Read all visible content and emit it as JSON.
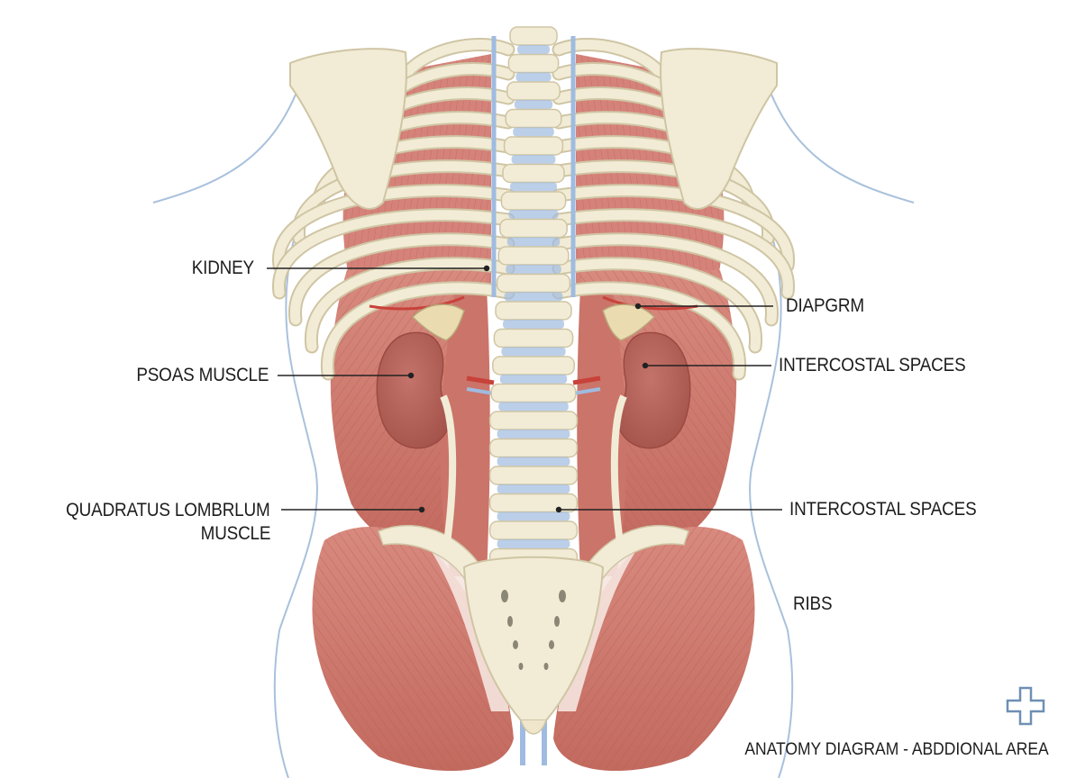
{
  "labels": {
    "kidney": "KIDNEY",
    "psoas": "PSOAS MUSCLE",
    "quadratus_line1": "QUADRATUS LOMBRLUM",
    "quadratus_line2": "MUSCLE",
    "diaphragm": "DIAPGRM",
    "intercostal_upper": "INTERCOSTAL SPACES",
    "intercostal_lower": "INTERCOSTAL SPACES",
    "ribs": "RIBS"
  },
  "caption": "ANATOMY DIAGRAM - ABDDIONAL AREA",
  "logo_icon": "medical-cross-icon",
  "colors": {
    "bone": "#f2ecd6",
    "bone_edge": "#cfc5a4",
    "muscle": "#cf7b70",
    "muscle_dark": "#b45a50",
    "kidney": "#b9655c",
    "vessel_blue": "#9fbbe0",
    "vessel_red": "#c8423a",
    "adrenal": "#eadbb0",
    "leader": "#222222",
    "logo": "#6f8fb3"
  }
}
